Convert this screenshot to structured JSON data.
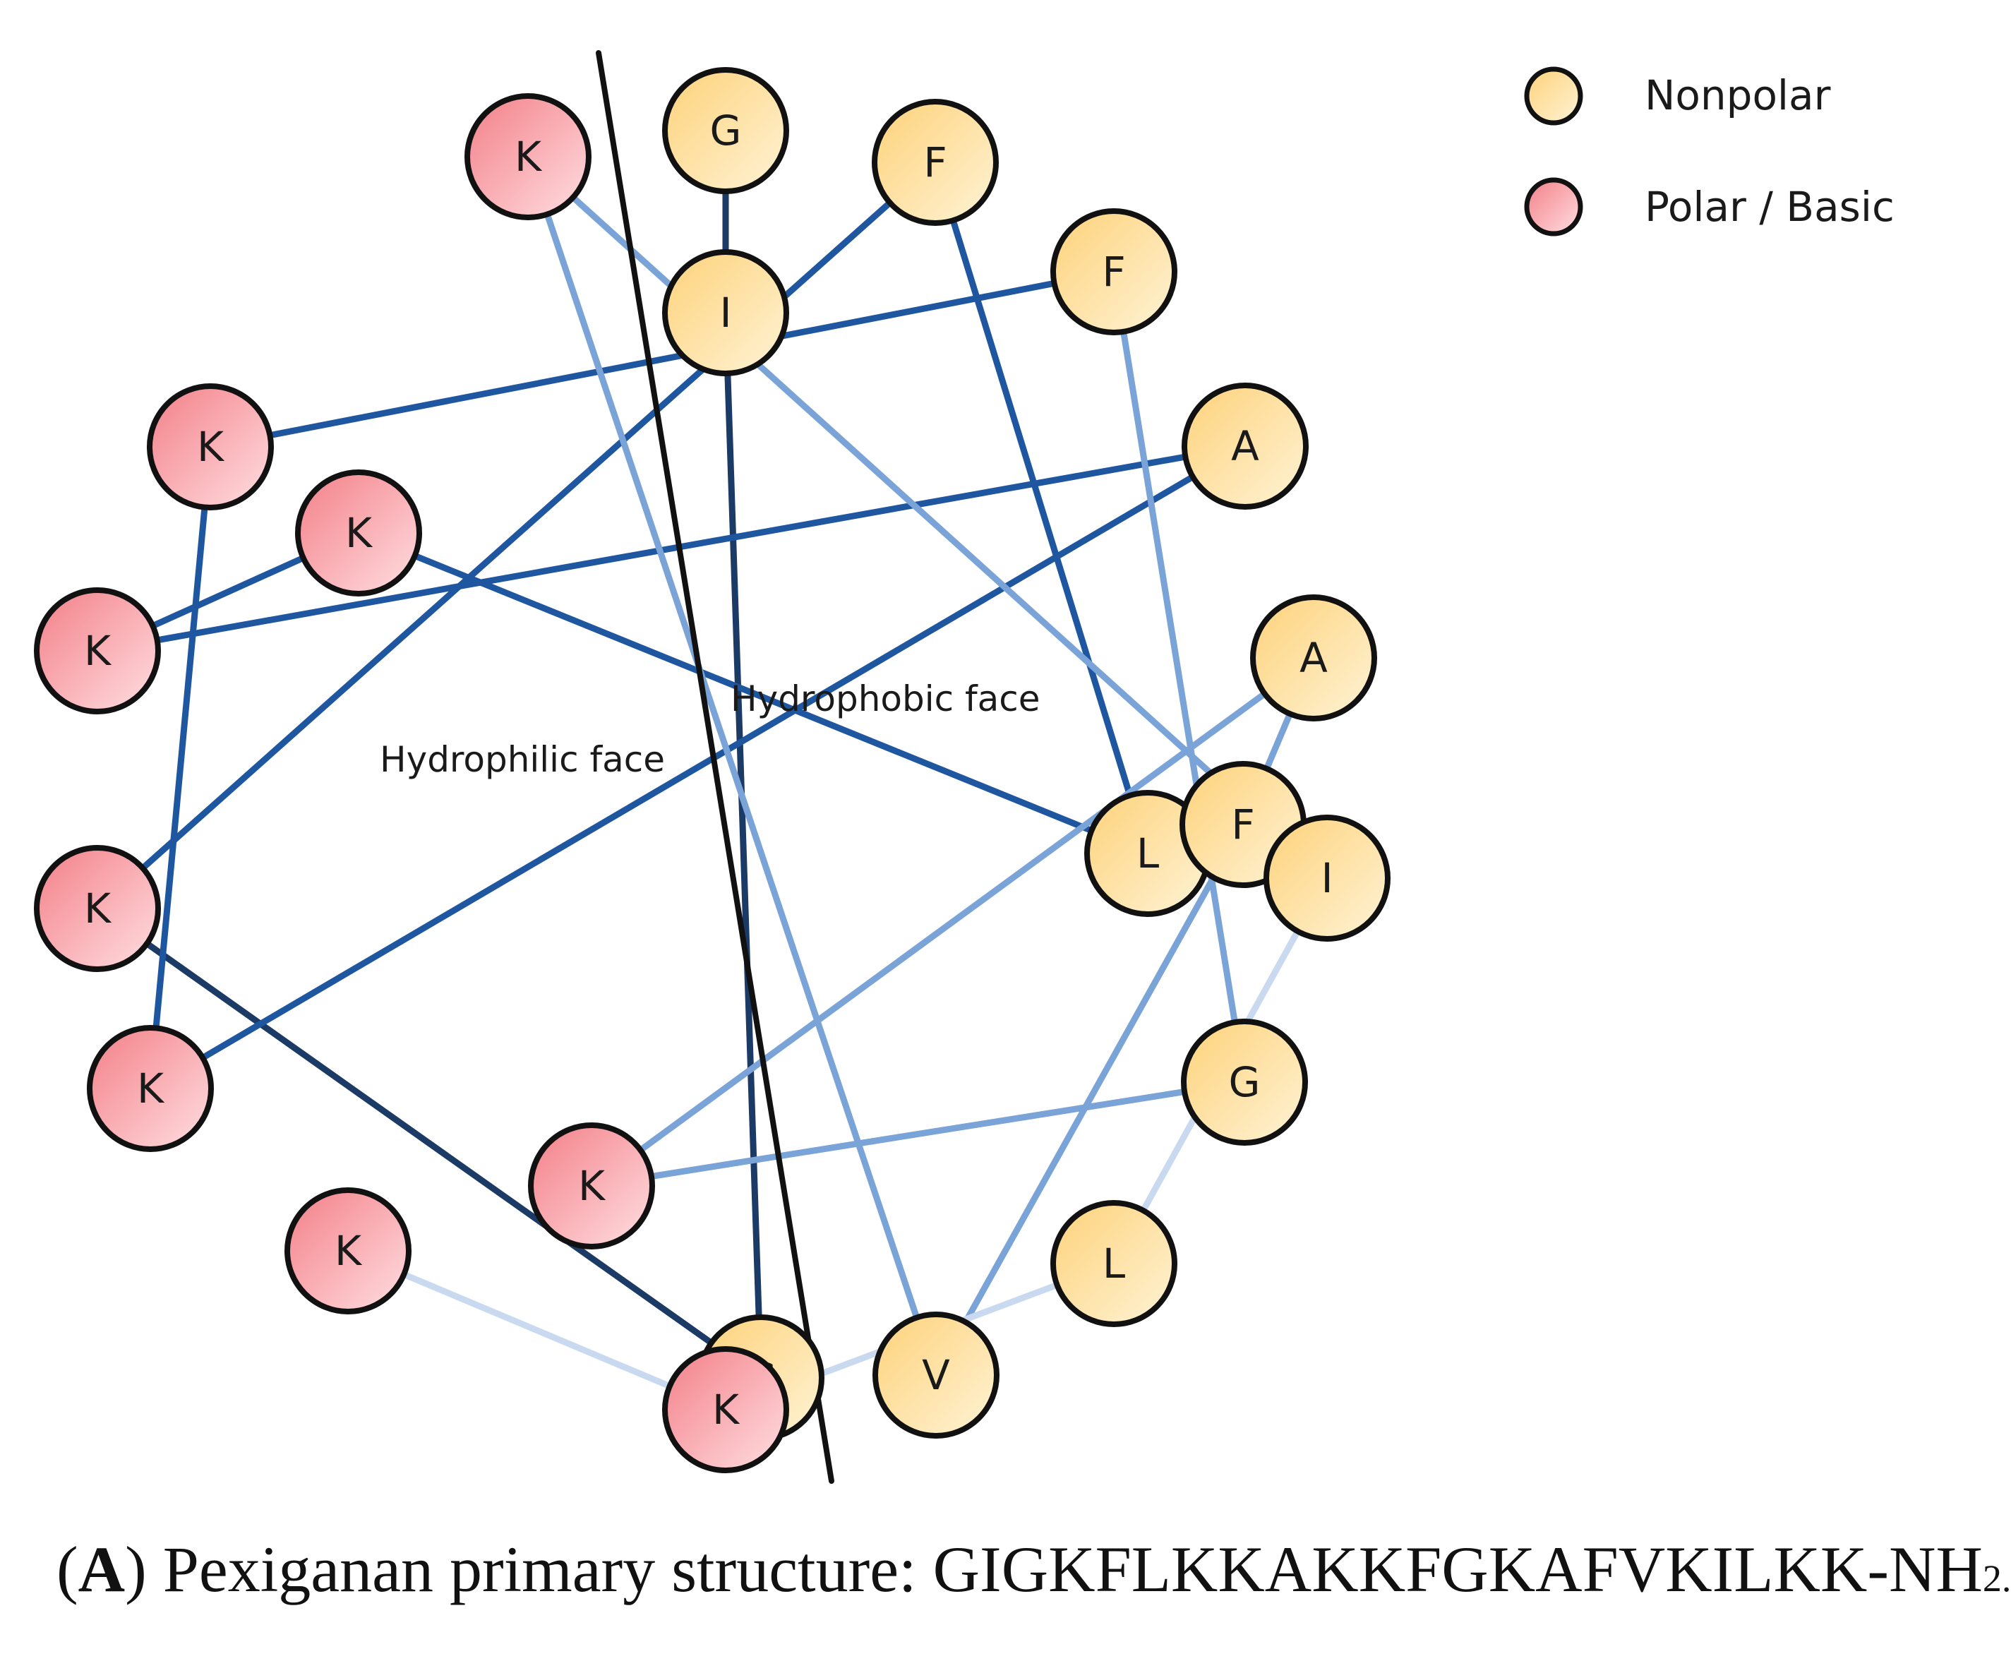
{
  "legend": [
    {
      "label": "Nonpolar",
      "class": "nonpolar"
    },
    {
      "label": "Polar / Basic",
      "class": "polar"
    }
  ],
  "faces": {
    "hydrophilic": "Hydrophilic face",
    "hydrophobic": "Hydrophobic face"
  },
  "colors": {
    "nonpolar_fill": "#fdd27a",
    "nonpolar_fill_light": "#fff3d6",
    "polar_fill": "#f37f87",
    "polar_fill_light": "#ffdfe2",
    "outline": "#111111",
    "divider": "#111111",
    "connector_shades": [
      "#1b3a66",
      "#1f56a0",
      "#7aa3d8",
      "#c9d9ef"
    ]
  },
  "residues": [
    {
      "id": "r1",
      "letter": "G",
      "class": "nonpolar"
    },
    {
      "id": "r2",
      "letter": "I",
      "class": "nonpolar"
    },
    {
      "id": "r3",
      "letter": "G",
      "class": "nonpolar"
    },
    {
      "id": "r4",
      "letter": "K",
      "class": "polar"
    },
    {
      "id": "r5",
      "letter": "F",
      "class": "nonpolar"
    },
    {
      "id": "r6",
      "letter": "L",
      "class": "nonpolar"
    },
    {
      "id": "r7",
      "letter": "K",
      "class": "polar"
    },
    {
      "id": "r8",
      "letter": "K",
      "class": "polar"
    },
    {
      "id": "r9",
      "letter": "A",
      "class": "nonpolar"
    },
    {
      "id": "r10",
      "letter": "K",
      "class": "polar"
    },
    {
      "id": "r11",
      "letter": "K",
      "class": "polar"
    },
    {
      "id": "r12",
      "letter": "F",
      "class": "nonpolar"
    },
    {
      "id": "r13",
      "letter": "G",
      "class": "nonpolar"
    },
    {
      "id": "r14",
      "letter": "K",
      "class": "polar"
    },
    {
      "id": "r15",
      "letter": "A",
      "class": "nonpolar"
    },
    {
      "id": "r16",
      "letter": "F",
      "class": "nonpolar"
    },
    {
      "id": "r17",
      "letter": "V",
      "class": "nonpolar"
    },
    {
      "id": "r18",
      "letter": "K",
      "class": "polar"
    },
    {
      "id": "r19",
      "letter": "I",
      "class": "nonpolar"
    },
    {
      "id": "r20",
      "letter": "L",
      "class": "nonpolar"
    },
    {
      "id": "r21",
      "letter": "K",
      "class": "polar"
    },
    {
      "id": "r22",
      "letter": "K",
      "class": "polar"
    }
  ],
  "connections": [
    {
      "from": "r1",
      "to": "r2",
      "shade": 0
    },
    {
      "from": "r2",
      "to": "r3",
      "shade": 0
    },
    {
      "from": "r3",
      "to": "r4",
      "shade": 0
    },
    {
      "from": "r4",
      "to": "r5",
      "shade": 1
    },
    {
      "from": "r5",
      "to": "r6",
      "shade": 1
    },
    {
      "from": "r6",
      "to": "r7",
      "shade": 1
    },
    {
      "from": "r7",
      "to": "r8",
      "shade": 1
    },
    {
      "from": "r8",
      "to": "r9",
      "shade": 1
    },
    {
      "from": "r9",
      "to": "r10",
      "shade": 1
    },
    {
      "from": "r10",
      "to": "r11",
      "shade": 1
    },
    {
      "from": "r11",
      "to": "r12",
      "shade": 1
    },
    {
      "from": "r12",
      "to": "r13",
      "shade": 2
    },
    {
      "from": "r13",
      "to": "r14",
      "shade": 2
    },
    {
      "from": "r14",
      "to": "r15",
      "shade": 2
    },
    {
      "from": "r15",
      "to": "r16",
      "shade": 2
    },
    {
      "from": "r16",
      "to": "r17",
      "shade": 2
    },
    {
      "from": "r17",
      "to": "r18",
      "shade": 2
    },
    {
      "from": "r18",
      "to": "r19",
      "shade": 2
    },
    {
      "from": "r19",
      "to": "r20",
      "shade": 3
    },
    {
      "from": "r20",
      "to": "r21",
      "shade": 3
    },
    {
      "from": "r21",
      "to": "r22",
      "shade": 3
    }
  ],
  "caption": {
    "open": "(",
    "bold": "A",
    "text": ") Pexiganan primary structure: GIGKFLKKAKKFGKAFVKILKK-NH",
    "sub": "2."
  }
}
